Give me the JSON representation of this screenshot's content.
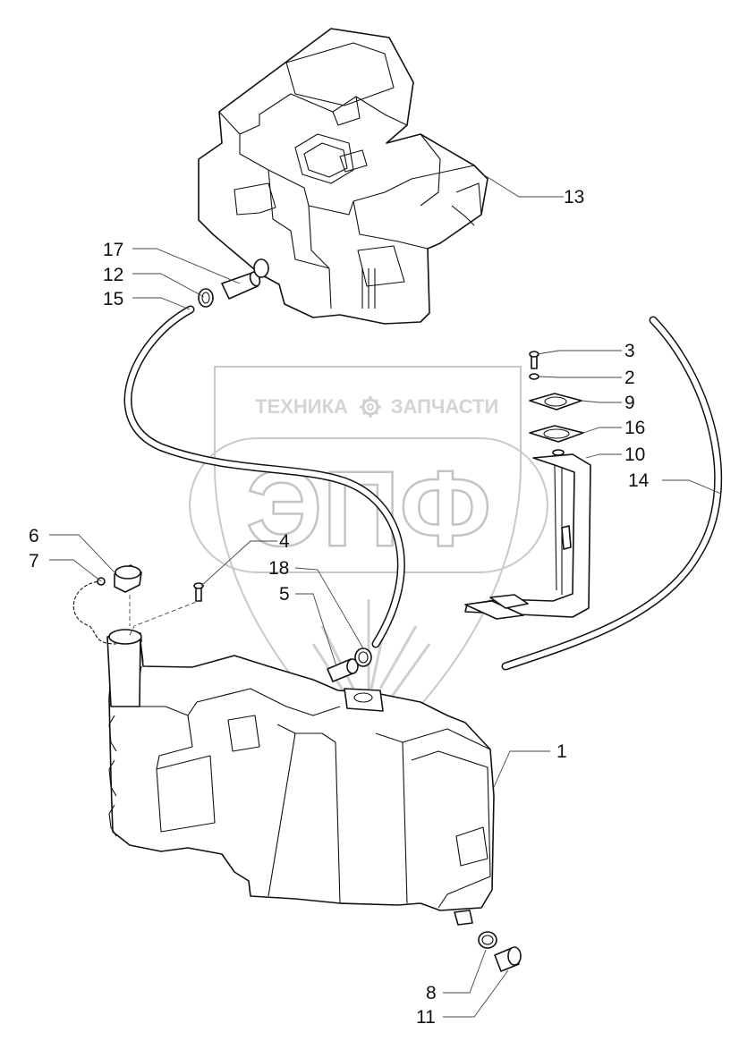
{
  "watermark": {
    "top_text_left": "ТЕХНИКА",
    "top_text_right": "ЗАПЧАСТИ",
    "big_text": "ЭПФ",
    "gear_icon": "gear-icon"
  },
  "callouts": [
    {
      "id": "13",
      "label": "13"
    },
    {
      "id": "17",
      "label": "17"
    },
    {
      "id": "12",
      "label": "12"
    },
    {
      "id": "15",
      "label": "15"
    },
    {
      "id": "3",
      "label": "3"
    },
    {
      "id": "2",
      "label": "2"
    },
    {
      "id": "9",
      "label": "9"
    },
    {
      "id": "16",
      "label": "16"
    },
    {
      "id": "10",
      "label": "10"
    },
    {
      "id": "14",
      "label": "14"
    },
    {
      "id": "6",
      "label": "6"
    },
    {
      "id": "7",
      "label": "7"
    },
    {
      "id": "4",
      "label": "4"
    },
    {
      "id": "18",
      "label": "18"
    },
    {
      "id": "5",
      "label": "5"
    },
    {
      "id": "1",
      "label": "1"
    },
    {
      "id": "8",
      "label": "8"
    },
    {
      "id": "11",
      "label": "11"
    }
  ]
}
